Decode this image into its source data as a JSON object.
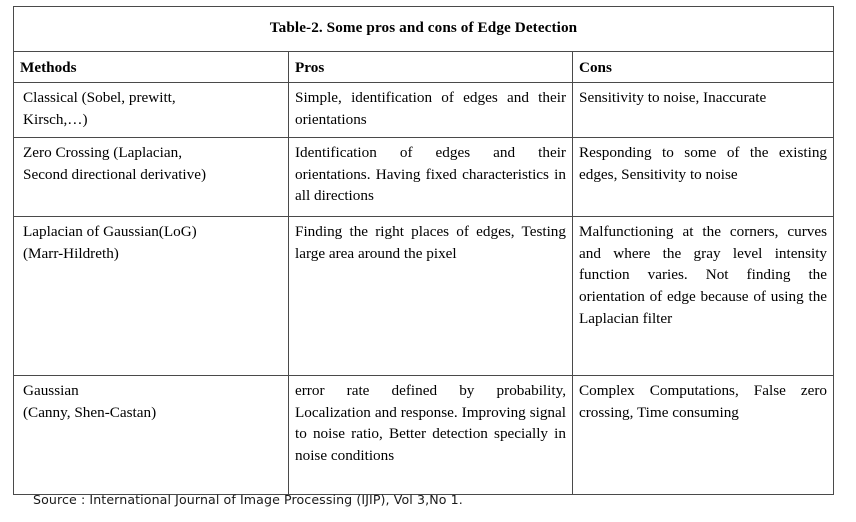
{
  "table": {
    "title": "Table-2.  Some pros and cons of Edge Detection",
    "columns": [
      "Methods",
      "Pros",
      "Cons"
    ],
    "rows": [
      {
        "method_line1": "Classical (Sobel, prewitt,",
        "method_line2": "Kirsch,…)",
        "pros": "Simple, identification of edges and their orientations",
        "cons": "Sensitivity to noise, Inaccurate"
      },
      {
        "method_line1": "Zero Crossing (Laplacian,",
        "method_line2": "Second directional derivative)",
        "pros": "Identification of edges and their orientations. Having fixed characteristics in all directions",
        "cons": "Responding to some of the existing edges, Sensitivity to noise"
      },
      {
        "method_line1": "Laplacian of Gaussian(LoG)",
        "method_line2": "(Marr-Hildreth)",
        "pros": "Finding the right places of edges, Testing large area around the pixel",
        "cons": "Malfunctioning at the corners, curves and where the gray level intensity function varies. Not finding the orientation of edge because of using the Laplacian filter"
      },
      {
        "method_line1": "Gaussian",
        "method_line2": "(Canny, Shen-Castan)",
        "pros": "error rate defined by probability, Localization and response. Improving signal to noise ratio, Better detection specially in noise conditions",
        "cons": "Complex Computations, False zero crossing, Time consuming"
      }
    ]
  },
  "source": "Source  :  International Journal of Image Processing (IJIP), Vol 3,No 1.",
  "colors": {
    "page_background": "#ffffff",
    "text": "#000000",
    "table_border": "#3a3a3a",
    "cell_border": "#4a4a4a"
  }
}
